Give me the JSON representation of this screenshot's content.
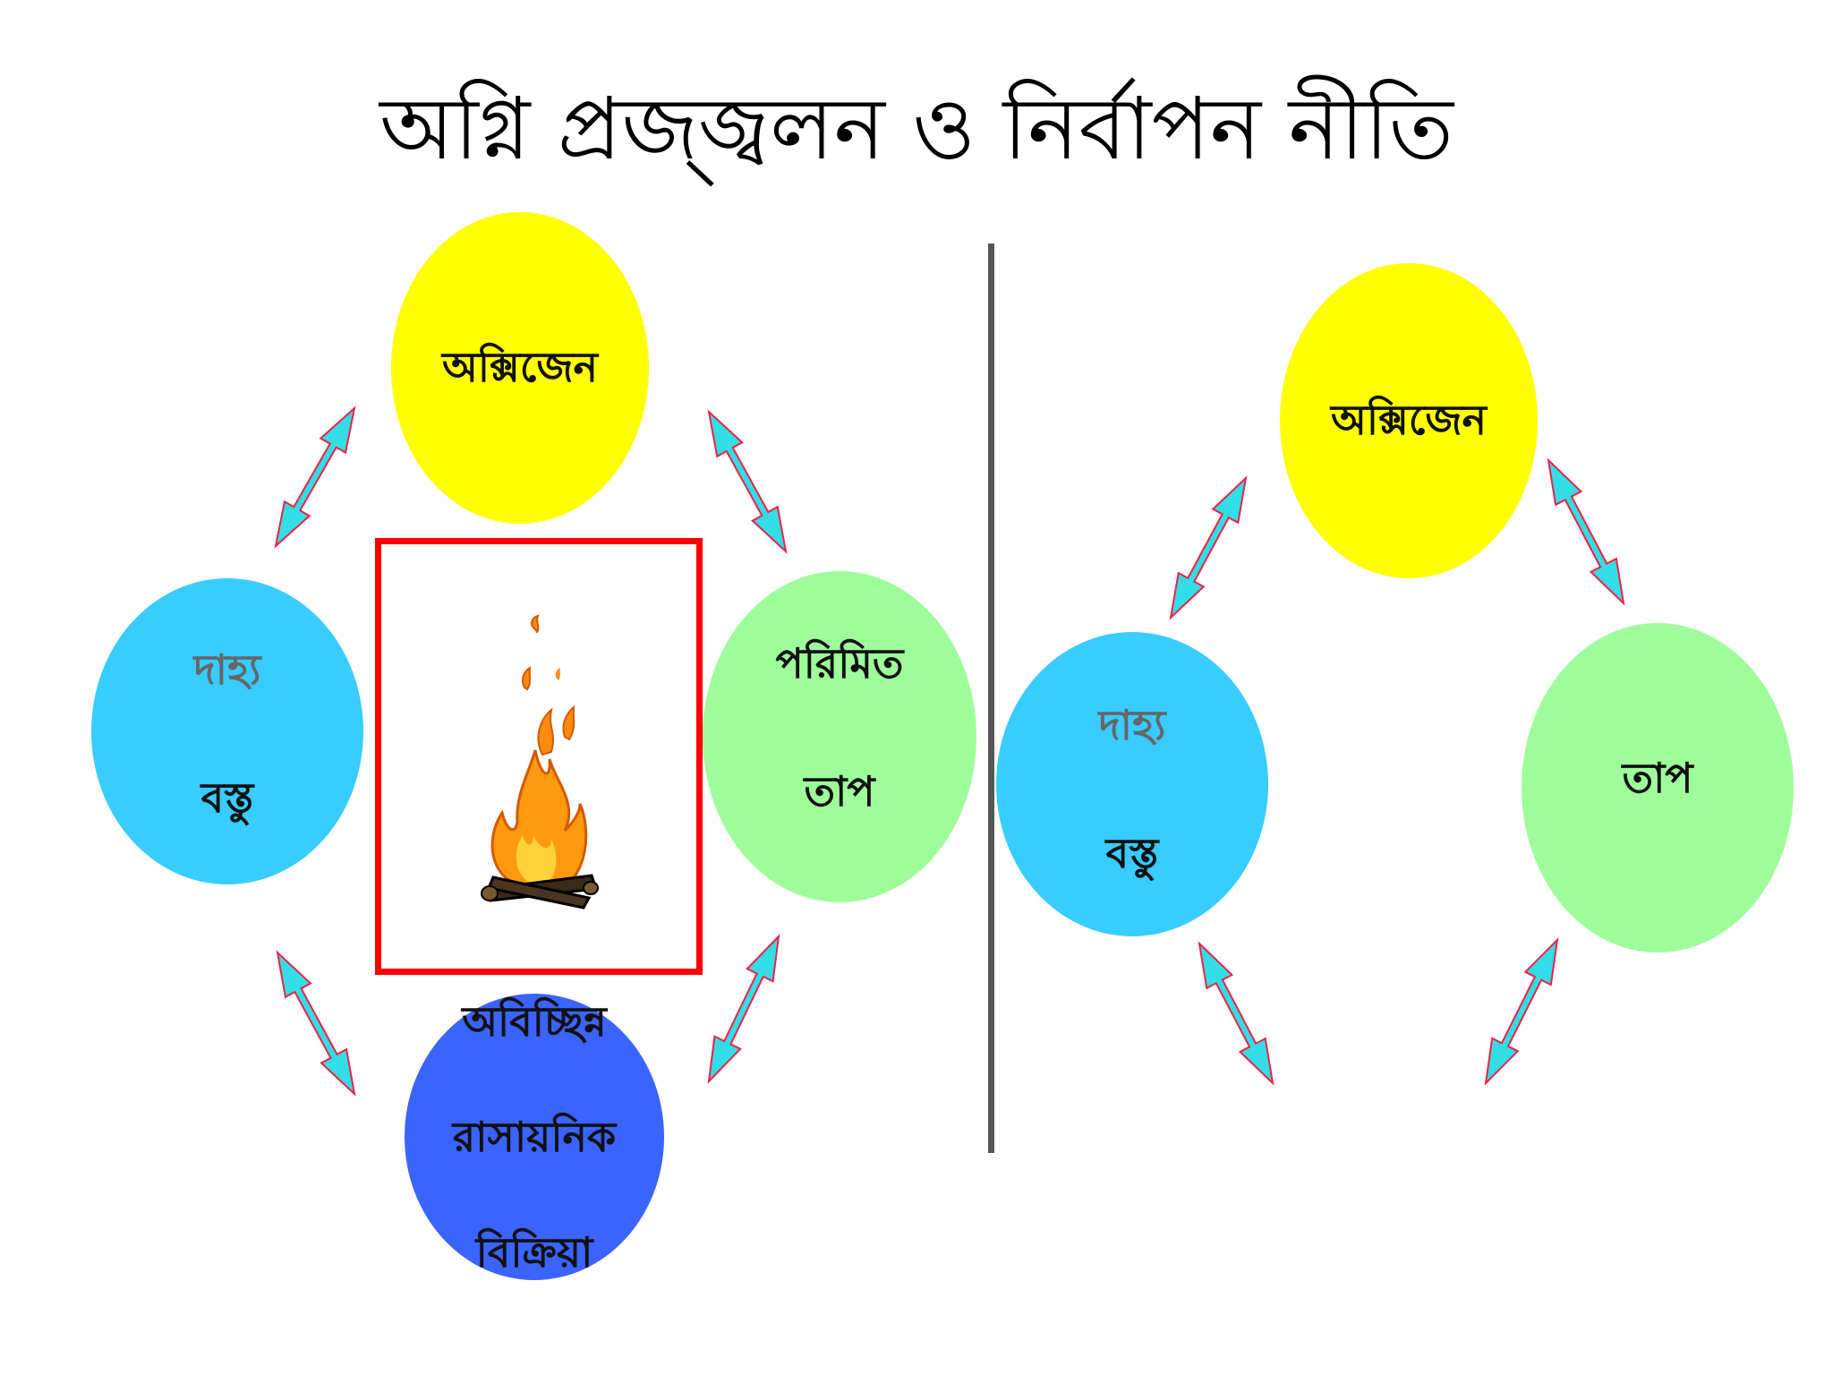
{
  "title": "অগ্নি প্রজ্জ্বলন ও নির্বাপন নীতি",
  "colors": {
    "oxygen": "#ffff00",
    "fuel": "#38ccff",
    "heat": "#9ffc9b",
    "chain": "#3b64ff",
    "arrow_fill": "#33dde6",
    "arrow_outline": "#ee2244",
    "box_border": "#ff0000",
    "divider": "#555555"
  },
  "left_diagram": {
    "oxygen": "অক্সিজেন",
    "fuel_line1": "দাহ্য",
    "fuel_line2": "বস্তু",
    "heat_line1": "পরিমিত",
    "heat_line2": "তাপ",
    "chain_line1": "অবিচ্ছিন্ন",
    "chain_line2": "রাসায়নিক",
    "chain_line3": "বিক্রিয়া",
    "center_icon": "campfire-icon"
  },
  "right_diagram": {
    "oxygen": "অক্সিজেন",
    "fuel_line1": "দাহ্য",
    "fuel_line2": "বস্তু",
    "heat": "তাপ"
  }
}
